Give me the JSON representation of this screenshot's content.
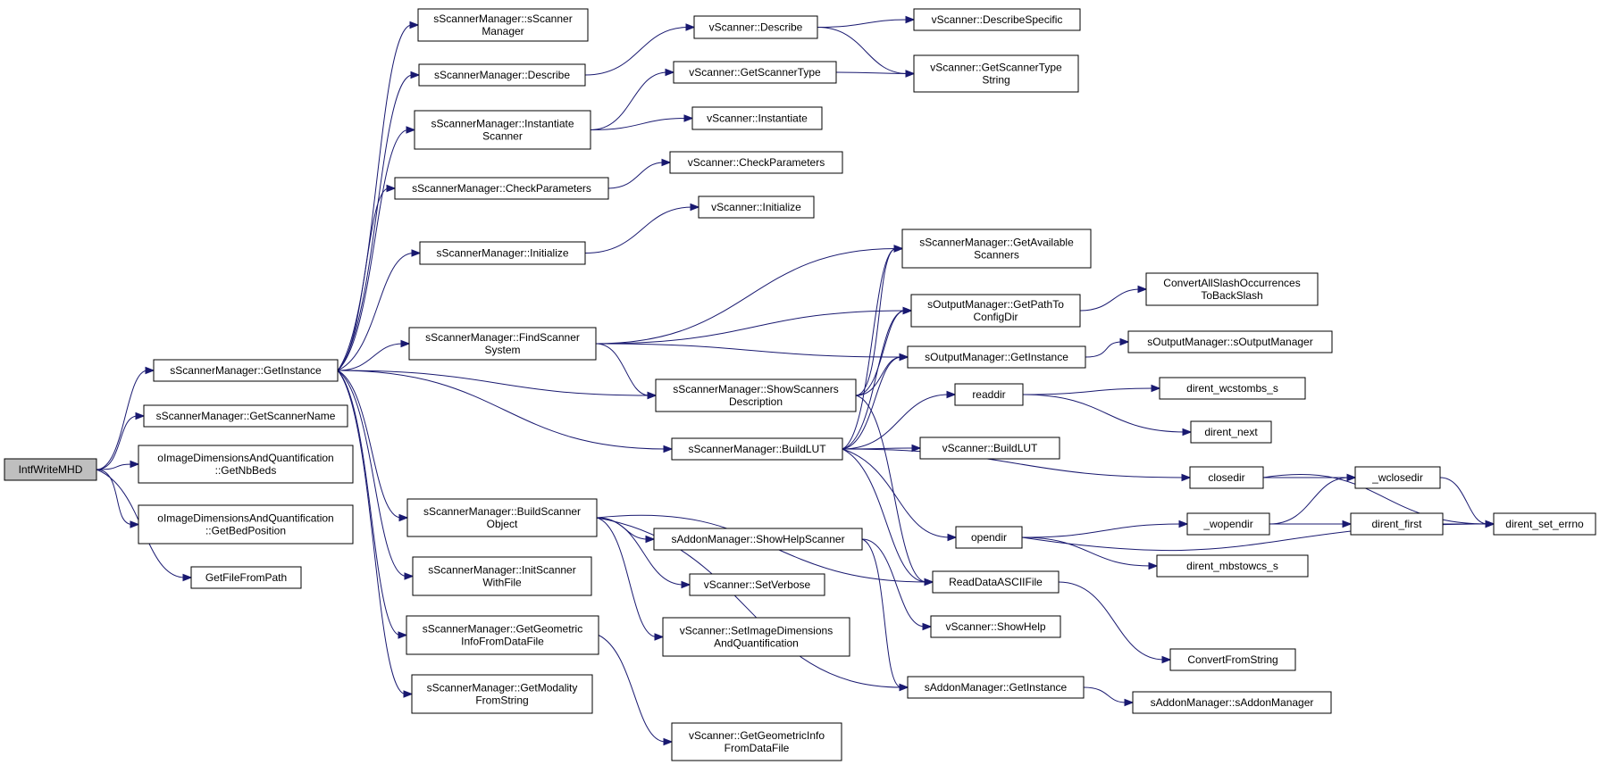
{
  "graph_type": "call graph",
  "colors": {
    "edge": "#191970",
    "root_fill": "#bfbfbf",
    "node_fill": "#ffffff",
    "node_border": "#000000"
  },
  "nodes": [
    {
      "id": "root",
      "lines": [
        "IntfWriteMHD"
      ],
      "root": true
    },
    {
      "id": "sm_ctor",
      "lines": [
        "sScannerManager::sScanner",
        "Manager"
      ]
    },
    {
      "id": "sm_describe",
      "lines": [
        "sScannerManager::Describe"
      ]
    },
    {
      "id": "sm_instantiate",
      "lines": [
        "sScannerManager::Instantiate",
        "Scanner"
      ]
    },
    {
      "id": "sm_checkparams",
      "lines": [
        "sScannerManager::CheckParameters"
      ]
    },
    {
      "id": "sm_initialize",
      "lines": [
        "sScannerManager::Initialize"
      ]
    },
    {
      "id": "sm_findscanner",
      "lines": [
        "sScannerManager::FindScanner",
        "System"
      ]
    },
    {
      "id": "sm_getinstance",
      "lines": [
        "sScannerManager::GetInstance"
      ]
    },
    {
      "id": "sm_getscannername",
      "lines": [
        "sScannerManager::GetScannerName"
      ]
    },
    {
      "id": "oi_getnbbeds",
      "lines": [
        "oImageDimensionsAndQuantification",
        "::GetNbBeds"
      ]
    },
    {
      "id": "oi_getbedposition",
      "lines": [
        "oImageDimensionsAndQuantification",
        "::GetBedPosition"
      ]
    },
    {
      "id": "getfilefrompath",
      "lines": [
        "GetFileFromPath"
      ]
    },
    {
      "id": "sm_buildscannerobject",
      "lines": [
        "sScannerManager::BuildScanner",
        "Object"
      ]
    },
    {
      "id": "sm_initscannerwithfile",
      "lines": [
        "sScannerManager::InitScanner",
        "WithFile"
      ]
    },
    {
      "id": "sm_getgeometricinfo",
      "lines": [
        "sScannerManager::GetGeometric",
        "InfoFromDataFile"
      ]
    },
    {
      "id": "sm_getmodality",
      "lines": [
        "sScannerManager::GetModality",
        "FromString"
      ]
    },
    {
      "id": "vs_describe",
      "lines": [
        "vScanner::Describe"
      ]
    },
    {
      "id": "vs_getscannertype",
      "lines": [
        "vScanner::GetScannerType"
      ]
    },
    {
      "id": "vs_instantiate",
      "lines": [
        "vScanner::Instantiate"
      ]
    },
    {
      "id": "vs_checkparameters",
      "lines": [
        "vScanner::CheckParameters"
      ]
    },
    {
      "id": "vs_initialize",
      "lines": [
        "vScanner::Initialize"
      ]
    },
    {
      "id": "sm_showscanners",
      "lines": [
        "sScannerManager::ShowScanners",
        "Description"
      ]
    },
    {
      "id": "sm_buildlut",
      "lines": [
        "sScannerManager::BuildLUT"
      ]
    },
    {
      "id": "am_showhelpscanner",
      "lines": [
        "sAddonManager::ShowHelpScanner"
      ]
    },
    {
      "id": "vs_setverbose",
      "lines": [
        "vScanner::SetVerbose"
      ]
    },
    {
      "id": "vs_setimagedims",
      "lines": [
        "vScanner::SetImageDimensions",
        "AndQuantification"
      ]
    },
    {
      "id": "vs_getgeometricinfo",
      "lines": [
        "vScanner::GetGeometricInfo",
        "FromDataFile"
      ]
    },
    {
      "id": "vs_describespecific",
      "lines": [
        "vScanner::DescribeSpecific"
      ]
    },
    {
      "id": "vs_getscannertypestring",
      "lines": [
        "vScanner::GetScannerType",
        "String"
      ]
    },
    {
      "id": "sm_getavailable",
      "lines": [
        "sScannerManager::GetAvailable",
        "Scanners"
      ]
    },
    {
      "id": "om_getpathto",
      "lines": [
        "sOutputManager::GetPathTo",
        "ConfigDir"
      ]
    },
    {
      "id": "om_getinstance",
      "lines": [
        "sOutputManager::GetInstance"
      ]
    },
    {
      "id": "readdir",
      "lines": [
        "readdir"
      ]
    },
    {
      "id": "vs_buildlut",
      "lines": [
        "vScanner::BuildLUT"
      ]
    },
    {
      "id": "closedir",
      "lines": [
        "closedir"
      ]
    },
    {
      "id": "opendir",
      "lines": [
        "opendir"
      ]
    },
    {
      "id": "readdataascii",
      "lines": [
        "ReadDataASCIIFile"
      ]
    },
    {
      "id": "vs_showhelp",
      "lines": [
        "vScanner::ShowHelp"
      ]
    },
    {
      "id": "am_getinstance",
      "lines": [
        "sAddonManager::GetInstance"
      ]
    },
    {
      "id": "convertallslash",
      "lines": [
        "ConvertAllSlashOccurrences",
        "ToBackSlash"
      ]
    },
    {
      "id": "om_ctor",
      "lines": [
        "sOutputManager::sOutputManager"
      ]
    },
    {
      "id": "dirent_wcstombs",
      "lines": [
        "dirent_wcstombs_s"
      ]
    },
    {
      "id": "dirent_next",
      "lines": [
        "dirent_next"
      ]
    },
    {
      "id": "wclosedir",
      "lines": [
        "_wclosedir"
      ]
    },
    {
      "id": "wopendir",
      "lines": [
        "_wopendir"
      ]
    },
    {
      "id": "dirent_first",
      "lines": [
        "dirent_first"
      ]
    },
    {
      "id": "dirent_mbstowcs",
      "lines": [
        "dirent_mbstowcs_s"
      ]
    },
    {
      "id": "dirent_set_errno",
      "lines": [
        "dirent_set_errno"
      ]
    },
    {
      "id": "convertfromstring",
      "lines": [
        "ConvertFromString"
      ]
    },
    {
      "id": "am_ctor",
      "lines": [
        "sAddonManager::sAddonManager"
      ]
    }
  ]
}
